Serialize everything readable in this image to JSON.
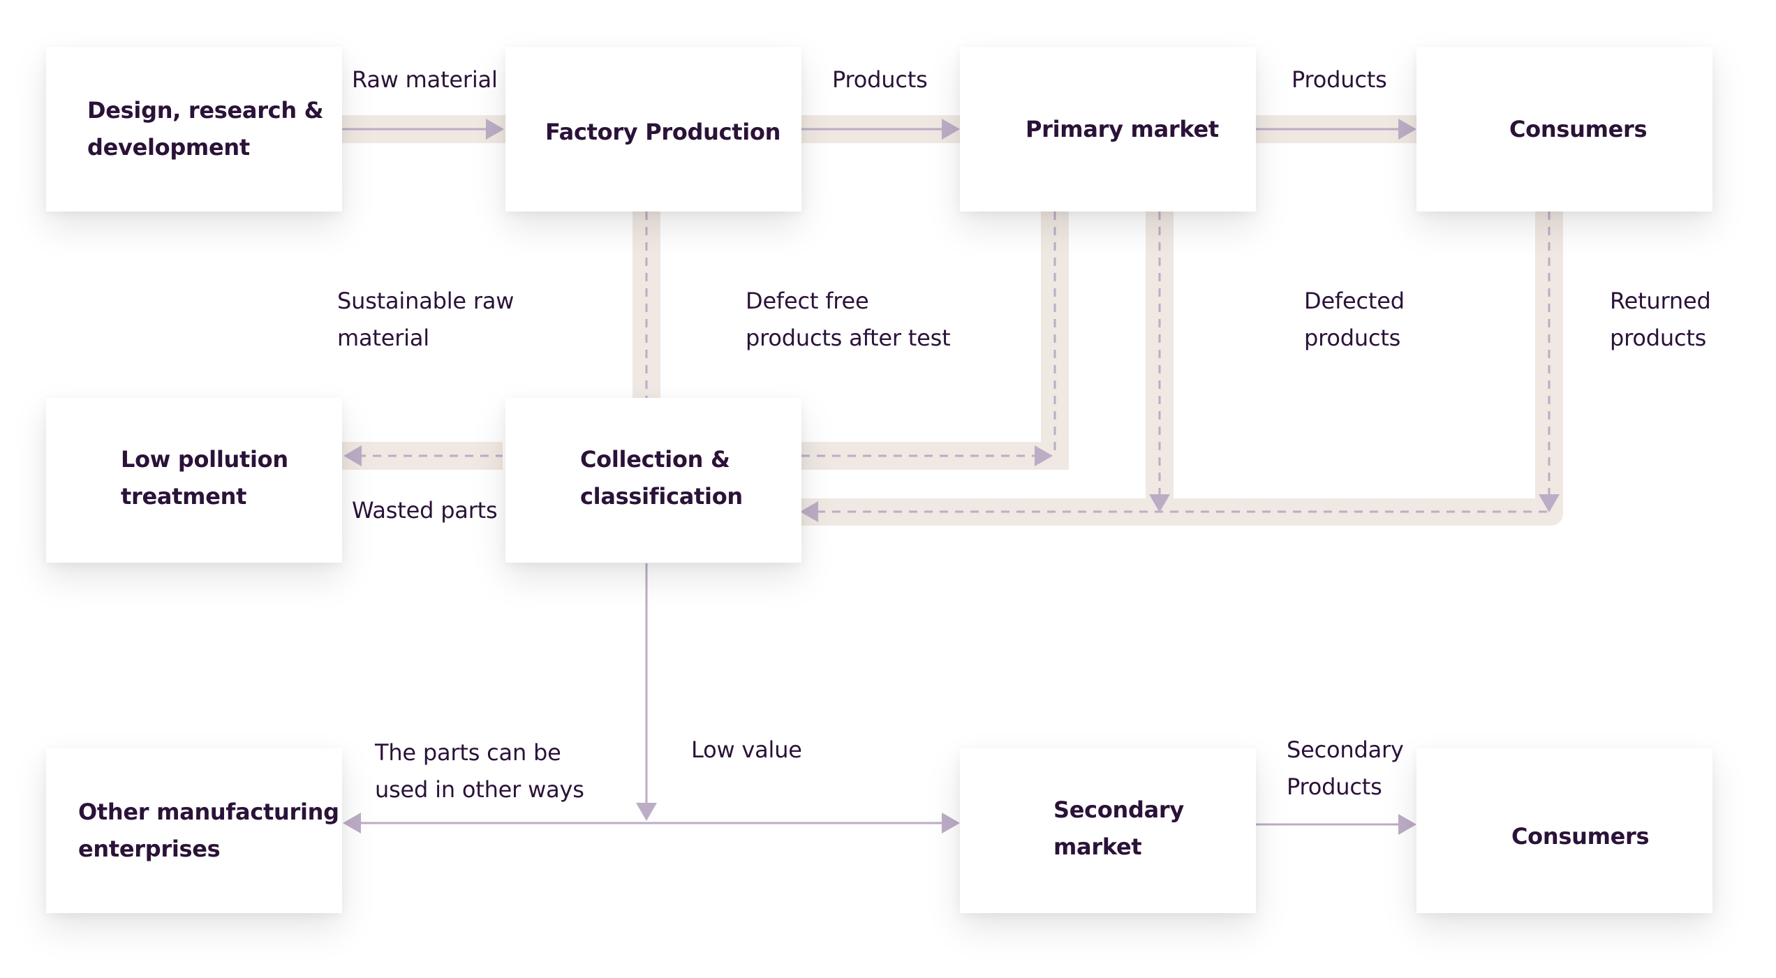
{
  "diagram": {
    "colors": {
      "text": "#2a1238",
      "band": "#f0e8e2",
      "connector": "#bcadc6",
      "node_fill": "#ffffff",
      "background": "#ffffff"
    },
    "nodes": {
      "design": "Design, research & development",
      "factory": "Factory Production",
      "primary_market": "Primary market",
      "consumers_top": "Consumers",
      "low_pollution": "Low pollution treatment",
      "collection": "Collection & classification",
      "other_manufacturing": "Other manufacturing enterprises",
      "secondary_market": "Secondary market",
      "consumers_bottom": "Consumers"
    },
    "node_lines": {
      "design": [
        "Design, research &",
        "development"
      ],
      "factory": [
        "Factory Production"
      ],
      "primary_market": [
        "Primary market"
      ],
      "consumers_top": [
        "Consumers"
      ],
      "low_pollution": [
        "Low pollution",
        "treatment"
      ],
      "collection": [
        "Collection &",
        "classification"
      ],
      "other_manufacturing": [
        "Other manufacturing",
        "enterprises"
      ],
      "secondary_market": [
        "Secondary",
        "market"
      ],
      "consumers_bottom": [
        "Consumers"
      ]
    },
    "edge_labels": {
      "raw_material": [
        "Raw material"
      ],
      "products_1": [
        "Products"
      ],
      "products_2": [
        "Products"
      ],
      "sustainable_raw_material": [
        "Sustainable raw",
        "material"
      ],
      "defect_free": [
        "Defect free",
        "products after test"
      ],
      "defected_products": [
        "Defected",
        "products"
      ],
      "returned_products": [
        "Returned",
        "products"
      ],
      "wasted_parts": [
        "Wasted parts"
      ],
      "other_ways": [
        "The parts can be",
        "used in other ways"
      ],
      "low_value": [
        "Low value"
      ],
      "secondary_products": [
        "Secondary",
        "Products"
      ]
    },
    "edges": [
      {
        "from": "Design, research & development",
        "to": "Factory Production",
        "label": "Raw material",
        "style": "solid"
      },
      {
        "from": "Factory Production",
        "to": "Primary market",
        "label": "Products",
        "style": "solid"
      },
      {
        "from": "Primary market",
        "to": "Consumers",
        "label": "Products",
        "style": "solid"
      },
      {
        "from": "Factory Production",
        "to": "Collection & classification",
        "label": "Sustainable raw material",
        "style": "dashed"
      },
      {
        "from": "Collection & classification",
        "to": "Primary market",
        "label": "Defect free products after test",
        "style": "dashed"
      },
      {
        "from": "Primary market",
        "to": "Collection & classification",
        "label": "Defected products",
        "style": "dashed"
      },
      {
        "from": "Consumers",
        "to": "Collection & classification",
        "label": "Returned products",
        "style": "dashed"
      },
      {
        "from": "Collection & classification",
        "to": "Low pollution treatment",
        "label": "Wasted parts",
        "style": "dashed"
      },
      {
        "from": "Collection & classification",
        "to": "Other manufacturing enterprises",
        "label": "The parts can be used in other ways",
        "style": "thin"
      },
      {
        "from": "Collection & classification",
        "to": "Secondary market",
        "label": "Low value",
        "style": "thin"
      },
      {
        "from": "Secondary market",
        "to": "Consumers",
        "label": "Secondary Products",
        "style": "thin"
      }
    ]
  }
}
